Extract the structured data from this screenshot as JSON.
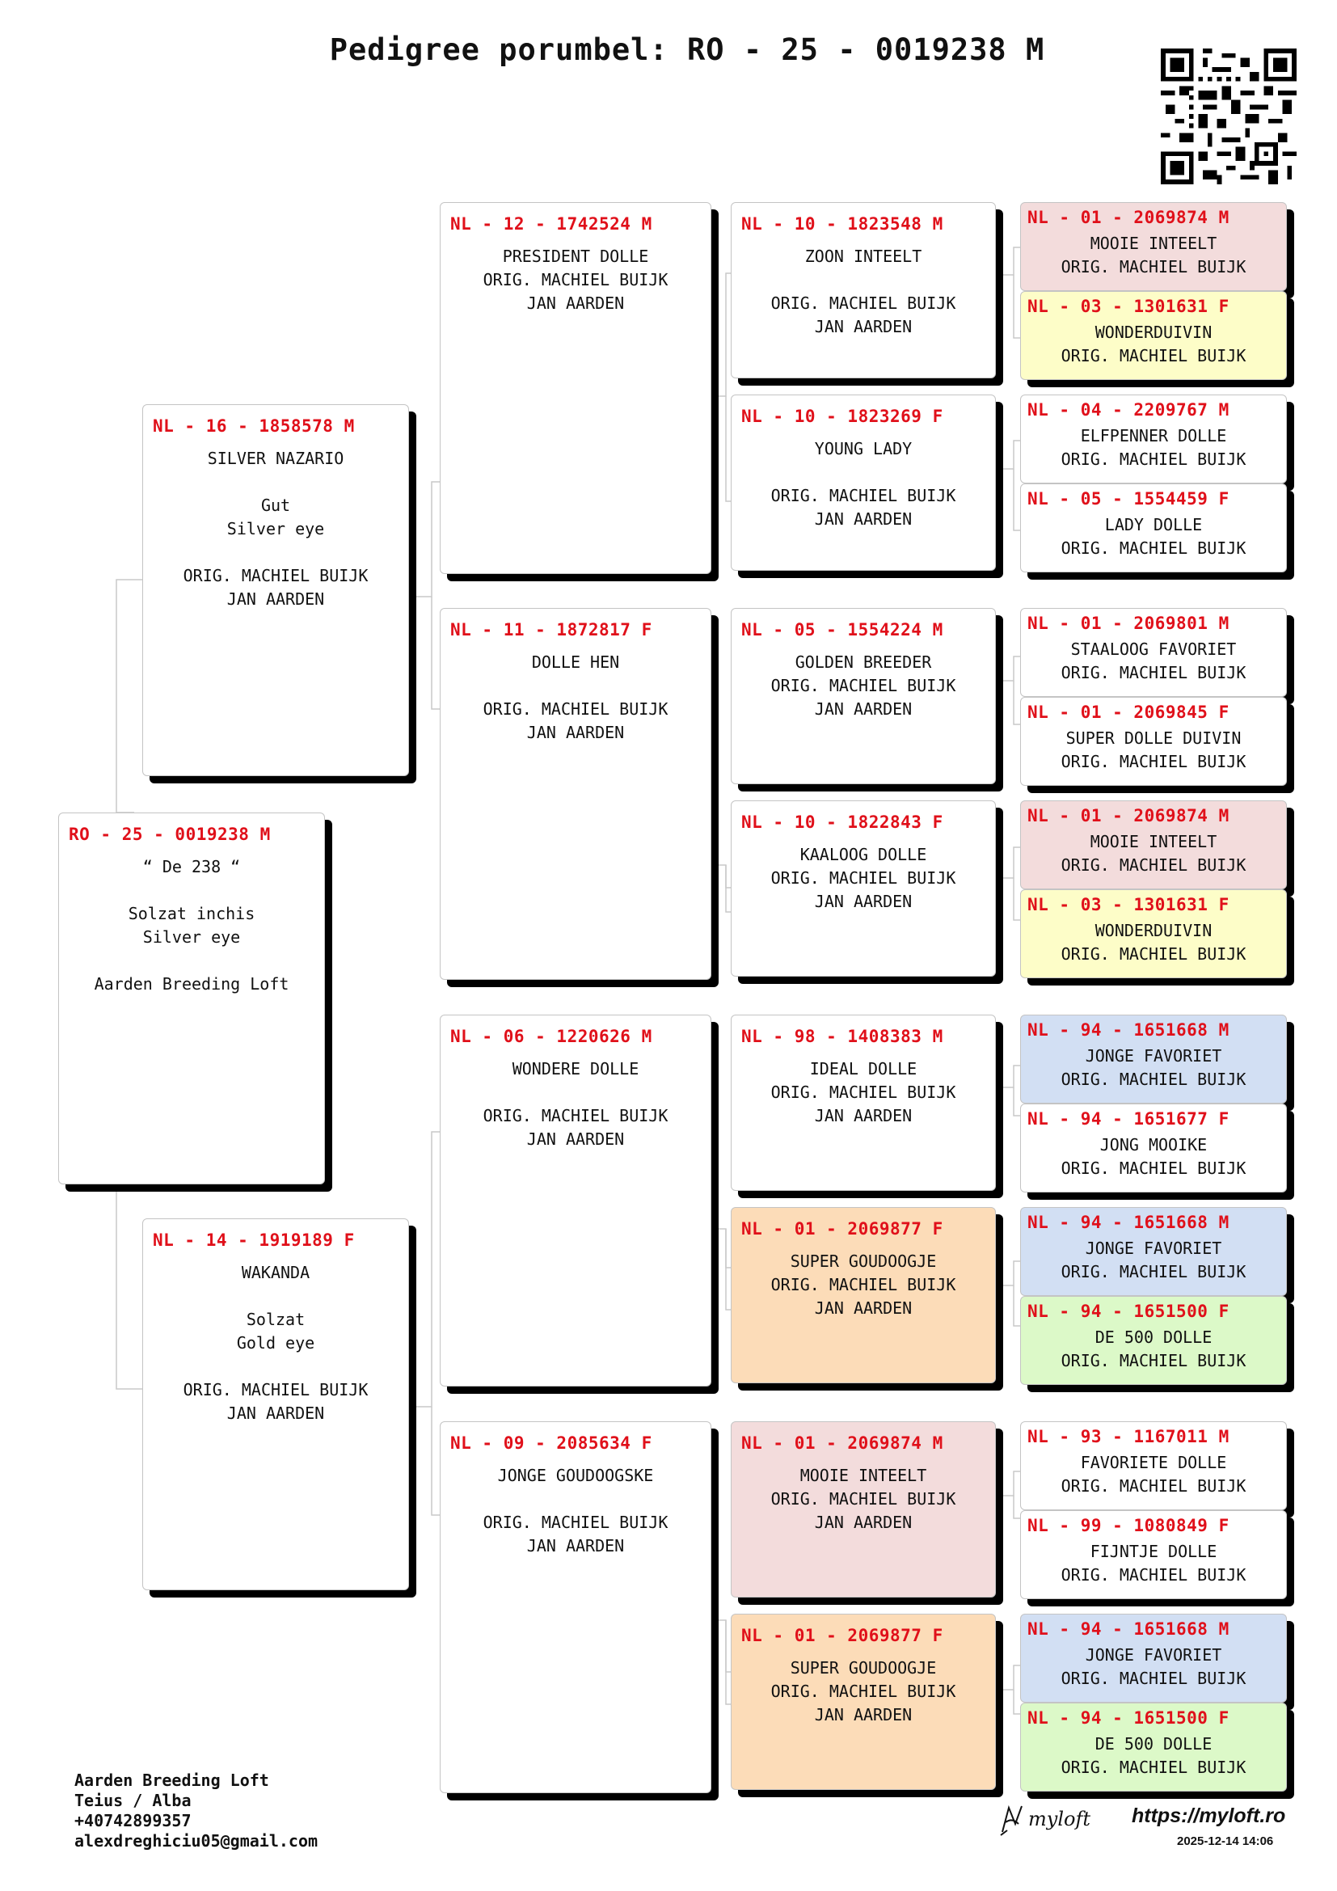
{
  "title": "Pedigree porumbel: RO - 25 - 0019238 M",
  "pigeons": {
    "subject": {
      "ring": "RO - 25 - 0019238 M",
      "lines": [
        "“ De 238 “",
        "",
        "Solzat inchis",
        "Silver eye",
        "",
        "Aarden Breeding Loft"
      ]
    },
    "sire": {
      "ring": "NL - 16 - 1858578 M",
      "lines": [
        "SILVER NAZARIO",
        "",
        "Gut",
        "Silver eye",
        "",
        "ORIG. MACHIEL BUIJK",
        "JAN AARDEN"
      ]
    },
    "dam": {
      "ring": "NL - 14 - 1919189 F",
      "lines": [
        "WAKANDA",
        "",
        "Solzat",
        "Gold eye",
        "",
        "ORIG. MACHIEL BUIJK",
        "JAN AARDEN"
      ]
    },
    "ss": {
      "ring": "NL - 12 - 1742524 M",
      "lines": [
        "PRESIDENT DOLLE",
        "ORIG. MACHIEL BUIJK",
        "JAN AARDEN"
      ]
    },
    "sd": {
      "ring": "NL - 11 - 1872817 F",
      "lines": [
        "DOLLE HEN",
        "",
        "ORIG. MACHIEL BUIJK",
        "JAN AARDEN"
      ]
    },
    "ds": {
      "ring": "NL - 06 - 1220626 M",
      "lines": [
        "WONDERE DOLLE",
        "",
        "ORIG. MACHIEL BUIJK",
        "JAN AARDEN"
      ]
    },
    "dd": {
      "ring": "NL - 09 - 2085634 F",
      "lines": [
        "JONGE GOUDOOGSKE",
        "",
        "ORIG. MACHIEL BUIJK",
        "JAN AARDEN"
      ]
    },
    "sss": {
      "ring": "NL - 10 - 1823548 M",
      "lines": [
        "ZOON INTEELT",
        "",
        "ORIG. MACHIEL BUIJK",
        "JAN AARDEN"
      ]
    },
    "ssd": {
      "ring": "NL - 10 - 1823269 F",
      "lines": [
        "YOUNG LADY",
        "",
        "ORIG. MACHIEL BUIJK",
        "JAN AARDEN"
      ]
    },
    "sds": {
      "ring": "NL - 05 - 1554224 M",
      "lines": [
        "GOLDEN BREEDER",
        "ORIG. MACHIEL BUIJK",
        "JAN AARDEN"
      ]
    },
    "sdd": {
      "ring": "NL - 10 - 1822843 F",
      "lines": [
        "KAALOOG DOLLE",
        "ORIG. MACHIEL BUIJK",
        "JAN AARDEN"
      ]
    },
    "dss": {
      "ring": "NL - 98 - 1408383 M",
      "lines": [
        "IDEAL DOLLE",
        "ORIG. MACHIEL BUIJK",
        "JAN AARDEN"
      ]
    },
    "dsd": {
      "ring": "NL - 01 - 2069877 F",
      "lines": [
        "SUPER GOUDOOGJE",
        "ORIG. MACHIEL BUIJK",
        "JAN AARDEN"
      ]
    },
    "dds": {
      "ring": "NL - 01 - 2069874 M",
      "lines": [
        "MOOIE INTEELT",
        "ORIG. MACHIEL BUIJK",
        "JAN AARDEN"
      ]
    },
    "ddd": {
      "ring": "NL - 01 - 2069877 F",
      "lines": [
        "SUPER GOUDOOGJE",
        "ORIG. MACHIEL BUIJK",
        "JAN AARDEN"
      ]
    },
    "g1": {
      "ring": "NL - 01 - 2069874 M",
      "lines": [
        "MOOIE INTEELT",
        "ORIG. MACHIEL BUIJK"
      ]
    },
    "g2": {
      "ring": "NL - 03 - 1301631 F",
      "lines": [
        "WONDERDUIVIN",
        "ORIG. MACHIEL BUIJK"
      ]
    },
    "g3": {
      "ring": "NL - 04 - 2209767 M",
      "lines": [
        "ELFPENNER DOLLE",
        "ORIG. MACHIEL BUIJK"
      ]
    },
    "g4": {
      "ring": "NL - 05 - 1554459 F",
      "lines": [
        "LADY DOLLE",
        "ORIG. MACHIEL BUIJK"
      ]
    },
    "g5": {
      "ring": "NL - 01 - 2069801 M",
      "lines": [
        "STAALOOG FAVORIET",
        "ORIG. MACHIEL BUIJK"
      ]
    },
    "g6": {
      "ring": "NL - 01 - 2069845 F",
      "lines": [
        "SUPER DOLLE DUIVIN",
        "ORIG. MACHIEL BUIJK"
      ]
    },
    "g7": {
      "ring": "NL - 01 - 2069874 M",
      "lines": [
        "MOOIE INTEELT",
        "ORIG. MACHIEL BUIJK"
      ]
    },
    "g8": {
      "ring": "NL - 03 - 1301631 F",
      "lines": [
        "WONDERDUIVIN",
        "ORIG. MACHIEL BUIJK"
      ]
    },
    "g9": {
      "ring": "NL - 94 - 1651668 M",
      "lines": [
        "JONGE FAVORIET",
        "ORIG. MACHIEL BUIJK"
      ]
    },
    "g10": {
      "ring": "NL - 94 - 1651677 F",
      "lines": [
        "JONG MOOIKE",
        "ORIG. MACHIEL BUIJK"
      ]
    },
    "g11": {
      "ring": "NL - 94 - 1651668 M",
      "lines": [
        "JONGE FAVORIET",
        "ORIG. MACHIEL BUIJK"
      ]
    },
    "g12": {
      "ring": "NL - 94 - 1651500 F",
      "lines": [
        "DE 500 DOLLE",
        "ORIG. MACHIEL BUIJK"
      ]
    },
    "g13": {
      "ring": "NL - 93 - 1167011 M",
      "lines": [
        "FAVORIETE DOLLE",
        "ORIG. MACHIEL BUIJK"
      ]
    },
    "g14": {
      "ring": "NL - 99 - 1080849 F",
      "lines": [
        "FIJNTJE DOLLE",
        "ORIG. MACHIEL BUIJK"
      ]
    },
    "g15": {
      "ring": "NL - 94 - 1651668 M",
      "lines": [
        "JONGE FAVORIET",
        "ORIG. MACHIEL BUIJK"
      ]
    },
    "g16": {
      "ring": "NL - 94 - 1651500 F",
      "lines": [
        "DE 500 DOLLE",
        "ORIG. MACHIEL BUIJK"
      ]
    }
  },
  "colors": {
    "ring_red": "#e0101a",
    "pink": "#f3dcdc",
    "yellow": "#fdfdc8",
    "blue": "#d2dff3",
    "green": "#dcf9c8",
    "orange": "#fcdcb8"
  },
  "breeder": {
    "name": "Aarden Breeding Loft",
    "location": "Teius / Alba",
    "phone": "+40742899357",
    "email": "alexdreghiciu05@gmail.com"
  },
  "brand": {
    "logo_text": "myloft",
    "url": "https://myloft.ro",
    "generated": "2025-12-14 14:06"
  },
  "qr_icon": "qr-code-icon"
}
